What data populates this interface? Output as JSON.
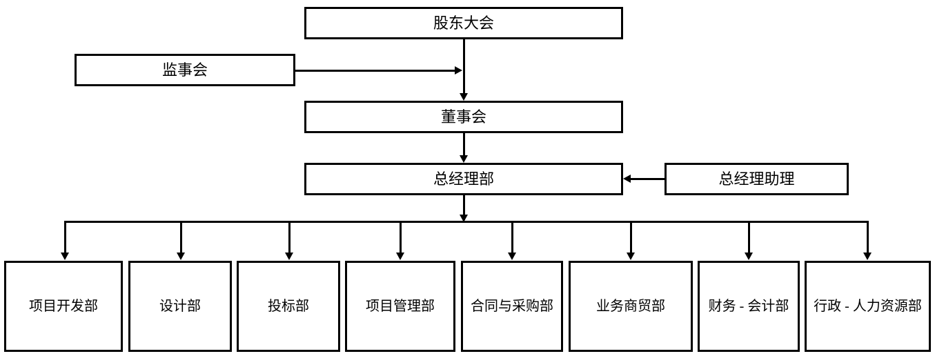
{
  "diagram": {
    "type": "org-chart",
    "title": "",
    "orientation": "top-down",
    "colors": {
      "line": "#000000",
      "box_border": "#000000",
      "box_fill": "#ffffff",
      "text": "#000000",
      "background": "#ffffff"
    },
    "nodes": {
      "shareholders": "股东大会",
      "supervisors": "监事会",
      "board": "董事会",
      "general_manager": "总经理部",
      "gm_assistant": "总经理助理"
    },
    "departments": [
      {
        "label": "项目开发部"
      },
      {
        "label": "设计部"
      },
      {
        "label": "投标部"
      },
      {
        "label": "项目管理部"
      },
      {
        "label": "合同与采购部"
      },
      {
        "label": "业务商贸部"
      },
      {
        "label": "财务 - 会计部"
      },
      {
        "label": "行政 - 人力资源部"
      }
    ],
    "edges": [
      {
        "from": "股东大会",
        "to": "董事会",
        "style": "arrow-down"
      },
      {
        "from": "监事会",
        "to": "董事会",
        "style": "arrow-right"
      },
      {
        "from": "董事会",
        "to": "总经理部",
        "style": "arrow-down"
      },
      {
        "from": "总经理助理",
        "to": "总经理部",
        "style": "arrow-left"
      },
      {
        "from": "总经理部",
        "to": "项目开发部",
        "style": "arrow-down"
      },
      {
        "from": "总经理部",
        "to": "设计部",
        "style": "arrow-down"
      },
      {
        "from": "总经理部",
        "to": "投标部",
        "style": "arrow-down"
      },
      {
        "from": "总经理部",
        "to": "项目管理部",
        "style": "arrow-down"
      },
      {
        "from": "总经理部",
        "to": "合同与采购部",
        "style": "arrow-down"
      },
      {
        "from": "总经理部",
        "to": "业务商贸部",
        "style": "arrow-down"
      },
      {
        "from": "总经理部",
        "to": "财务 - 会计部",
        "style": "arrow-down"
      },
      {
        "from": "总经理部",
        "to": "行政 - 人力资源部",
        "style": "arrow-down"
      }
    ]
  }
}
